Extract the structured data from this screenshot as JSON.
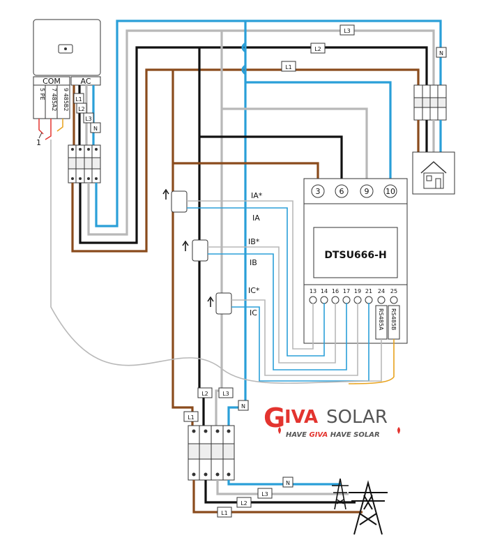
{
  "colors": {
    "neutral_blue": "#2a9fd8",
    "l3_grey": "#b8b8b8",
    "l2_black": "#111111",
    "l1_brown": "#8a4b1c",
    "rs485_orange": "#e8a21c",
    "logo_red": "#e3342f",
    "logo_grey": "#555555"
  },
  "wire_tags": {
    "top_l3": "L3",
    "top_l2": "L2",
    "top_l1": "L1",
    "top_n": "N",
    "inv_l1": "L1",
    "inv_l2": "L2",
    "inv_l3": "L3",
    "inv_n": "N",
    "bot_l2": "L2",
    "bot_l3": "L3",
    "bot_n": "N",
    "bot_l1": "L1",
    "grid_n": "N",
    "grid_l3": "L3",
    "grid_l2": "L2",
    "grid_l1": "L1"
  },
  "inverter": {
    "com_label": "COM",
    "ac_label": "AC",
    "pins": [
      "5 PE",
      "7 485A2",
      "9 485B2"
    ],
    "pe_callout": "1"
  },
  "meter": {
    "model": "DTSU666-H",
    "top_terminals": [
      "3",
      "6",
      "9",
      "10"
    ],
    "bottom_terminals": [
      "13",
      "14",
      "16",
      "17",
      "19",
      "21",
      "24",
      "25"
    ],
    "rs485a": "RS485A",
    "rs485b": "RS485B"
  },
  "ct_labels": {
    "ia_star": "IA*",
    "ia": "IA",
    "ib_star": "IB*",
    "ib": "IB",
    "ic_star": "IC*",
    "ic": "IC"
  },
  "logo": {
    "brand_g": "G",
    "brand_rest": "IVA",
    "brand_solar": "SOLAR",
    "slogan_1": "HAVE ",
    "slogan_2": "GIVA",
    "slogan_3": " HAVE SOLAR"
  }
}
